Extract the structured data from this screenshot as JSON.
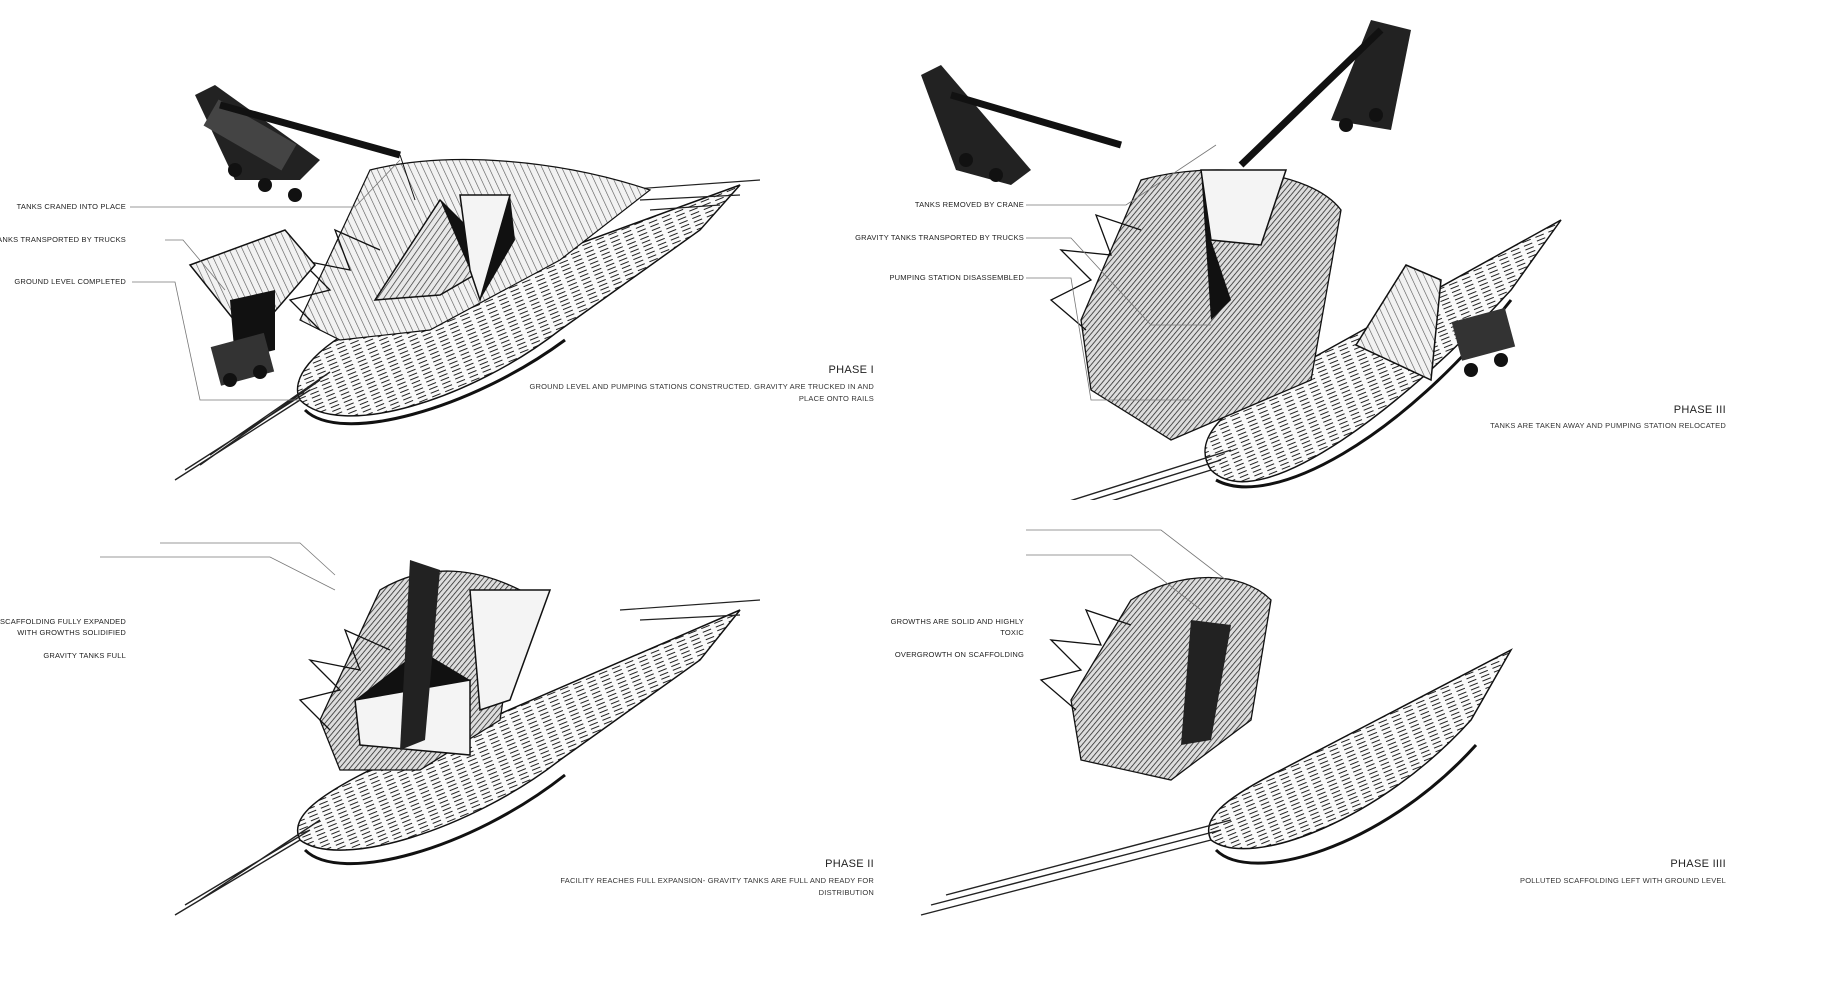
{
  "panels": [
    {
      "title": "PHASE I",
      "description_lines": [
        "GROUND LEVEL AND PUMPING STATIONS CONSTRUCTED. GRAVITY ARE TRUCKED IN AND",
        "PLACE ONTO RAILS"
      ],
      "callouts": [
        "TANKS CRANED INTO PLACE",
        "GRAVITY TANKS TRANSPORTED BY TRUCKS",
        "GROUND LEVEL COMPLETED"
      ]
    },
    {
      "title": "PHASE III",
      "description_lines": [
        "TANKS ARE TAKEN AWAY AND PUMPING STATION RELOCATED"
      ],
      "callouts": [
        "TANKS REMOVED BY CRANE",
        "GRAVITY TANKS TRANSPORTED BY TRUCKS",
        "PUMPING STATION DISASSEMBLED"
      ]
    },
    {
      "title": "PHASE II",
      "description_lines": [
        "FACILITY REACHES FULL EXPANSION- GRAVITY TANKS ARE FULL AND READY FOR",
        "DISTRIBUTION"
      ],
      "callouts": [
        "SCAFFOLDING FULLY EXPANDED",
        "WITH GROWTHS SOLIDIFIED",
        "GRAVITY TANKS FULL"
      ]
    },
    {
      "title": "PHASE IIII",
      "description_lines": [
        "POLLUTED SCAFFOLDING LEFT WITH GROUND LEVEL"
      ],
      "callouts": [
        "GROWTHS ARE SOLID AND HIGHLY",
        "TOXIC",
        "OVERGROWTH ON SCAFFOLDING"
      ]
    }
  ]
}
